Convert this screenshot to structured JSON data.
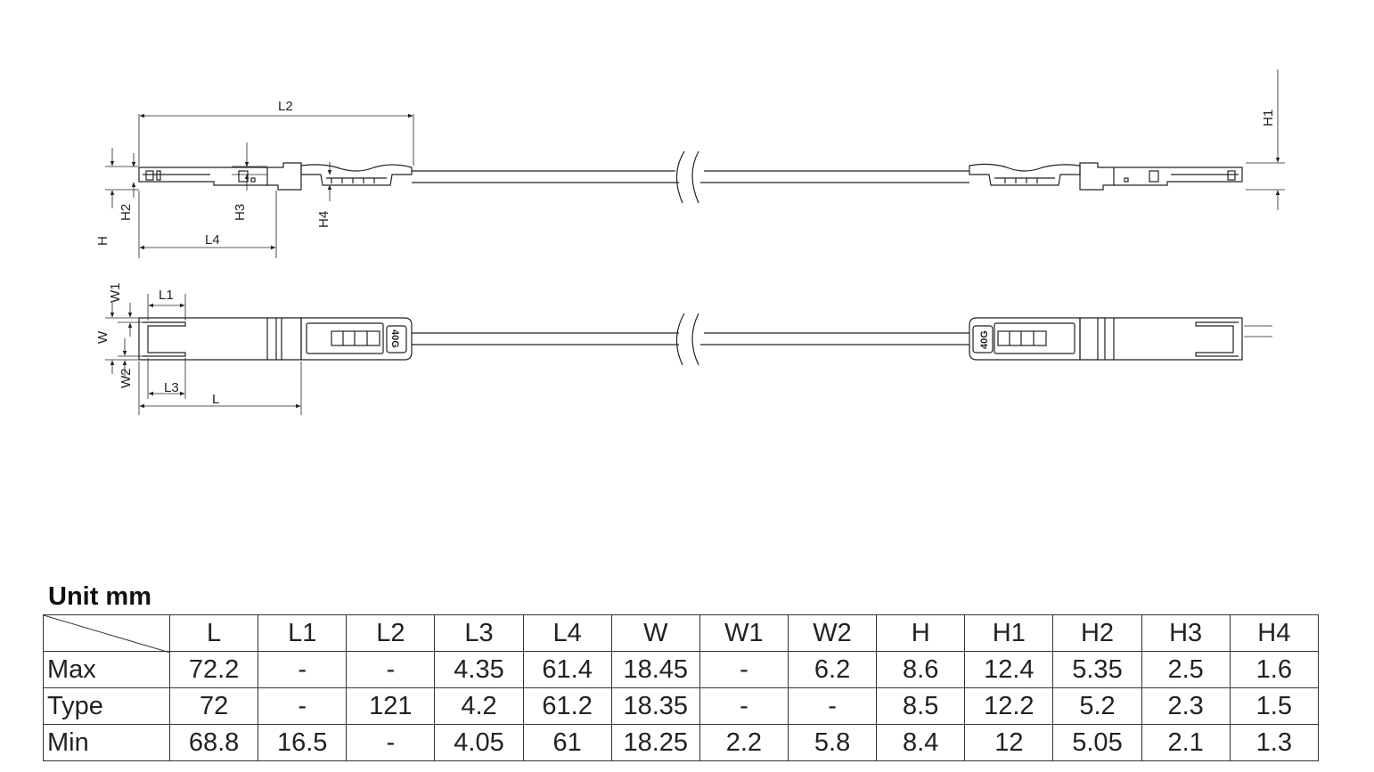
{
  "labels": {
    "L": "L",
    "L1": "L1",
    "L2": "L2",
    "L3": "L3",
    "L4": "L4",
    "W": "W",
    "W1": "W1",
    "W2": "W2",
    "H": "H",
    "H1": "H1",
    "H2": "H2",
    "H3": "H3",
    "H4": "H4",
    "badge": "40G"
  },
  "table": {
    "title": "Unit mm",
    "columns": [
      "L",
      "L1",
      "L2",
      "L3",
      "L4",
      "W",
      "W1",
      "W2",
      "H",
      "H1",
      "H2",
      "H3",
      "H4"
    ],
    "rows": [
      {
        "label": "Max",
        "values": [
          "72.2",
          "-",
          "-",
          "4.35",
          "61.4",
          "18.45",
          "-",
          "6.2",
          "8.6",
          "12.4",
          "5.35",
          "2.5",
          "1.6"
        ]
      },
      {
        "label": "Type",
        "values": [
          "72",
          "-",
          "121",
          "4.2",
          "61.2",
          "18.35",
          "-",
          "-",
          "8.5",
          "12.2",
          "5.2",
          "2.3",
          "1.5"
        ]
      },
      {
        "label": "Min",
        "values": [
          "68.8",
          "16.5",
          "-",
          "4.05",
          "61",
          "18.25",
          "2.2",
          "5.8",
          "8.4",
          "12",
          "5.05",
          "2.1",
          "1.3"
        ]
      }
    ]
  }
}
